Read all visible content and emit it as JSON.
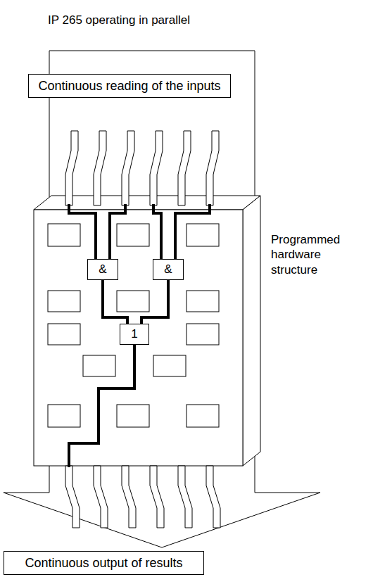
{
  "diagram": {
    "title": "IP 265 operating in parallel",
    "nodes": [
      {
        "text": [
          "Continuous reading of the inputs"
        ]
      },
      {
        "text": [
          "&"
        ]
      },
      {
        "text": [
          "&"
        ]
      },
      {
        "text": [
          "1"
        ]
      },
      {
        "text": [
          "Continuous output of results"
        ]
      }
    ],
    "edges": [
      {
        "from": 1,
        "to": 3,
        "arrow": "none"
      },
      {
        "from": 2,
        "to": 3,
        "arrow": "none"
      }
    ],
    "labels": [
      "Programmed hardware structure"
    ]
  }
}
